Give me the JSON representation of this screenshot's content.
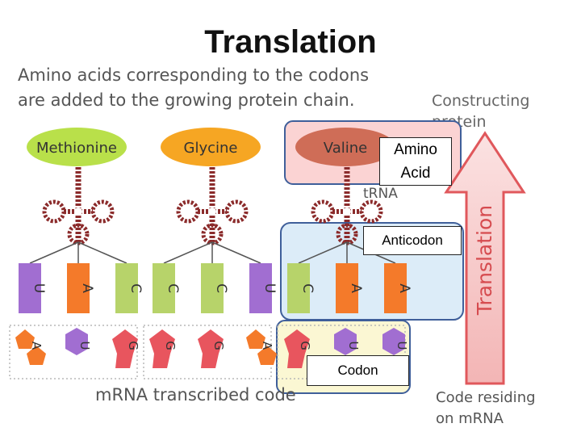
{
  "title": "Translation",
  "intro": {
    "line1": "Amino acids corresponding to the codons",
    "line2": "are added to the growing protein chain."
  },
  "constructing": {
    "line1": "Constructing",
    "line2": "protein"
  },
  "arrow_label": "Translation",
  "trna_label": "tRNA",
  "mrna_label": "mRNA transcribed code",
  "residing": {
    "line1": "Code residing",
    "line2": "on mRNA"
  },
  "callouts": {
    "amino_acid": "Amino Acid",
    "anticodon": "Anticodon",
    "codon": "Codon"
  },
  "amino_acids": [
    {
      "name": "Methionine",
      "color": "#b9e04a"
    },
    {
      "name": "Glycine",
      "color": "#f6a623"
    },
    {
      "name": "Valine",
      "color": "#cf6d57"
    }
  ],
  "anticodons": [
    [
      "U",
      "A",
      "C"
    ],
    [
      "C",
      "C",
      "U"
    ],
    [
      "C",
      "A",
      "A"
    ]
  ],
  "codons": [
    [
      "A",
      "U",
      "G"
    ],
    [
      "G",
      "G",
      "A"
    ],
    [
      "G",
      "U",
      "U"
    ]
  ],
  "base_colors": {
    "A": "#f47a2a",
    "U": "#a16ed1",
    "C": "#b7d36a",
    "G": "#e8555e"
  }
}
